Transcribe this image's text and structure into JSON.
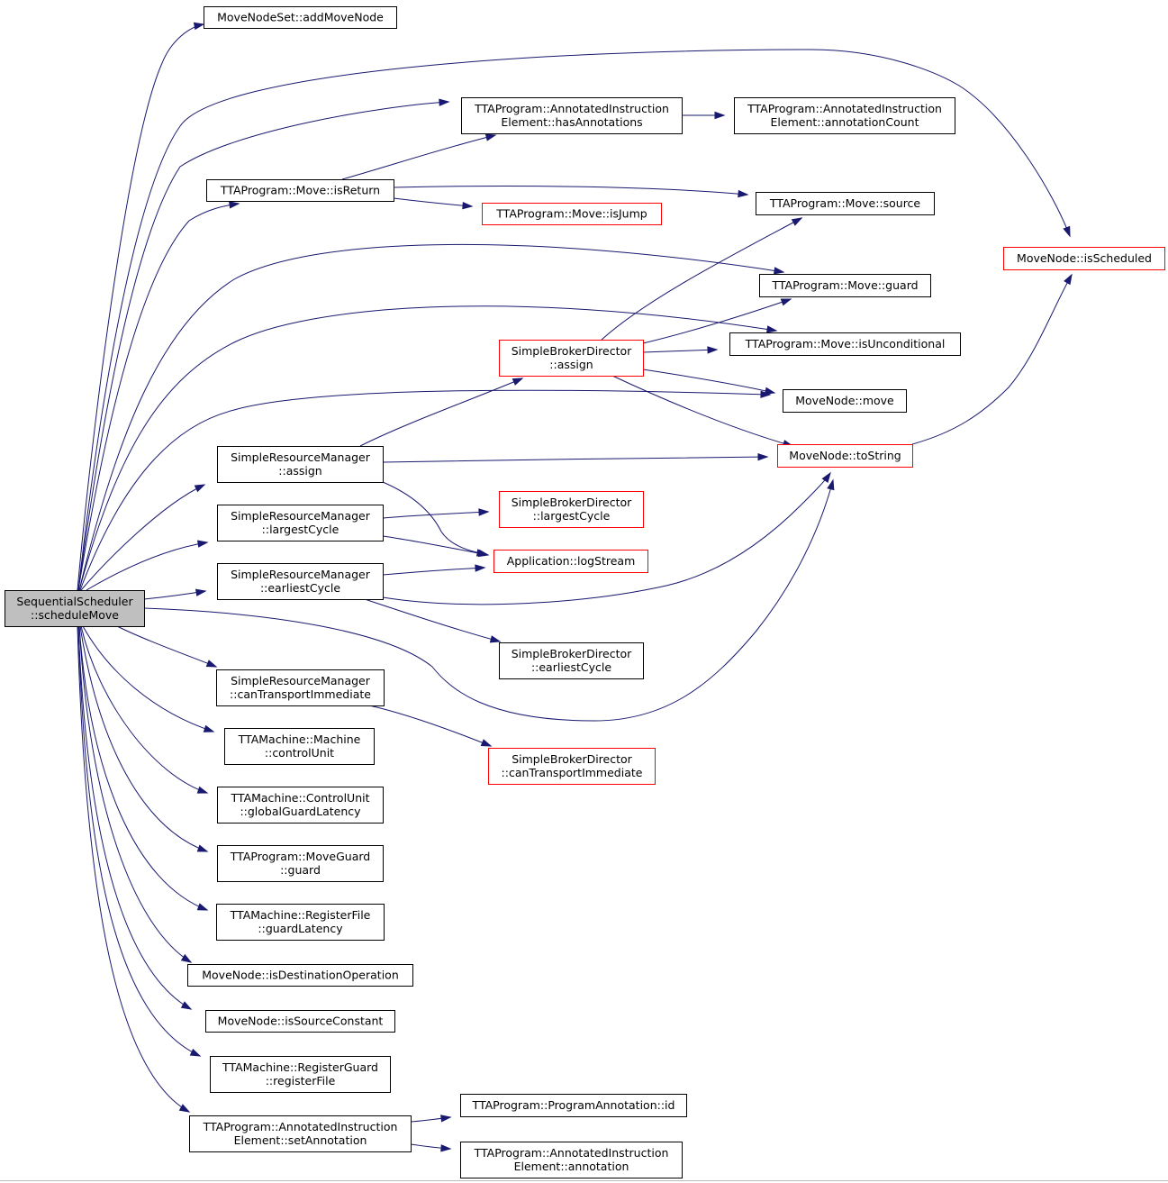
{
  "graph": {
    "colors": {
      "edge": "#191970",
      "border_default": "#000000",
      "border_truncated": "#ff0000",
      "fill_root": "#bfbfbf",
      "fill_default": "#ffffff"
    },
    "nodes": [
      {
        "id": "root",
        "lines": [
          "SequentialScheduler",
          "::scheduleMove"
        ],
        "style": "root"
      },
      {
        "id": "addMoveNode",
        "lines": [
          "MoveNodeSet::addMoveNode"
        ],
        "style": "default"
      },
      {
        "id": "hasAnnotations",
        "lines": [
          "TTAProgram::AnnotatedInstruction",
          "Element::hasAnnotations"
        ],
        "style": "default"
      },
      {
        "id": "annotationCount",
        "lines": [
          "TTAProgram::AnnotatedInstruction",
          "Element::annotationCount"
        ],
        "style": "default"
      },
      {
        "id": "isReturn",
        "lines": [
          "TTAProgram::Move::isReturn"
        ],
        "style": "default"
      },
      {
        "id": "moveSource",
        "lines": [
          "TTAProgram::Move::source"
        ],
        "style": "default"
      },
      {
        "id": "isJump",
        "lines": [
          "TTAProgram::Move::isJump"
        ],
        "style": "truncated"
      },
      {
        "id": "isScheduled",
        "lines": [
          "MoveNode::isScheduled"
        ],
        "style": "truncated"
      },
      {
        "id": "moveGuard",
        "lines": [
          "TTAProgram::Move::guard"
        ],
        "style": "default"
      },
      {
        "id": "sbdAssign",
        "lines": [
          "SimpleBrokerDirector",
          "::assign"
        ],
        "style": "truncated"
      },
      {
        "id": "isUnconditional",
        "lines": [
          "TTAProgram::Move::isUnconditional"
        ],
        "style": "default"
      },
      {
        "id": "mnMove",
        "lines": [
          "MoveNode::move"
        ],
        "style": "default"
      },
      {
        "id": "toString",
        "lines": [
          "MoveNode::toString"
        ],
        "style": "truncated"
      },
      {
        "id": "srmAssign",
        "lines": [
          "SimpleResourceManager",
          "::assign"
        ],
        "style": "default"
      },
      {
        "id": "srmLargest",
        "lines": [
          "SimpleResourceManager",
          "::largestCycle"
        ],
        "style": "default"
      },
      {
        "id": "sbdLargest",
        "lines": [
          "SimpleBrokerDirector",
          "::largestCycle"
        ],
        "style": "truncated"
      },
      {
        "id": "logStream",
        "lines": [
          "Application::logStream"
        ],
        "style": "truncated"
      },
      {
        "id": "srmEarliest",
        "lines": [
          "SimpleResourceManager",
          "::earliestCycle"
        ],
        "style": "default"
      },
      {
        "id": "sbdEarliest",
        "lines": [
          "SimpleBrokerDirector",
          "::earliestCycle"
        ],
        "style": "default"
      },
      {
        "id": "srmCanTransport",
        "lines": [
          "SimpleResourceManager",
          "::canTransportImmediate"
        ],
        "style": "default"
      },
      {
        "id": "sbdCanTransport",
        "lines": [
          "SimpleBrokerDirector",
          "::canTransportImmediate"
        ],
        "style": "truncated"
      },
      {
        "id": "controlUnit",
        "lines": [
          "TTAMachine::Machine",
          "::controlUnit"
        ],
        "style": "default"
      },
      {
        "id": "globalGuardLatency",
        "lines": [
          "TTAMachine::ControlUnit",
          "::globalGuardLatency"
        ],
        "style": "default"
      },
      {
        "id": "moveGuardGuard",
        "lines": [
          "TTAProgram::MoveGuard",
          "::guard"
        ],
        "style": "default"
      },
      {
        "id": "guardLatency",
        "lines": [
          "TTAMachine::RegisterFile",
          "::guardLatency"
        ],
        "style": "default"
      },
      {
        "id": "isDestOp",
        "lines": [
          "MoveNode::isDestinationOperation"
        ],
        "style": "default"
      },
      {
        "id": "isSourceConst",
        "lines": [
          "MoveNode::isSourceConstant"
        ],
        "style": "default"
      },
      {
        "id": "registerFile",
        "lines": [
          "TTAMachine::RegisterGuard",
          "::registerFile"
        ],
        "style": "default"
      },
      {
        "id": "setAnnotation",
        "lines": [
          "TTAProgram::AnnotatedInstruction",
          "Element::setAnnotation"
        ],
        "style": "default"
      },
      {
        "id": "progAnnId",
        "lines": [
          "TTAProgram::ProgramAnnotation::id"
        ],
        "style": "default"
      },
      {
        "id": "annotation",
        "lines": [
          "TTAProgram::AnnotatedInstruction",
          "Element::annotation"
        ],
        "style": "default"
      }
    ],
    "edges": [
      [
        "root",
        "addMoveNode"
      ],
      [
        "root",
        "isScheduled"
      ],
      [
        "root",
        "hasAnnotations"
      ],
      [
        "root",
        "isReturn"
      ],
      [
        "root",
        "moveGuard"
      ],
      [
        "root",
        "isUnconditional"
      ],
      [
        "root",
        "mnMove"
      ],
      [
        "root",
        "srmAssign"
      ],
      [
        "root",
        "srmLargest"
      ],
      [
        "root",
        "srmEarliest"
      ],
      [
        "root",
        "toString"
      ],
      [
        "root",
        "srmCanTransport"
      ],
      [
        "root",
        "controlUnit"
      ],
      [
        "root",
        "globalGuardLatency"
      ],
      [
        "root",
        "moveGuardGuard"
      ],
      [
        "root",
        "guardLatency"
      ],
      [
        "root",
        "isDestOp"
      ],
      [
        "root",
        "isSourceConst"
      ],
      [
        "root",
        "registerFile"
      ],
      [
        "root",
        "setAnnotation"
      ],
      [
        "hasAnnotations",
        "annotationCount"
      ],
      [
        "isReturn",
        "hasAnnotations"
      ],
      [
        "isReturn",
        "moveSource"
      ],
      [
        "isReturn",
        "isJump"
      ],
      [
        "sbdAssign",
        "moveSource"
      ],
      [
        "sbdAssign",
        "moveGuard"
      ],
      [
        "sbdAssign",
        "isUnconditional"
      ],
      [
        "sbdAssign",
        "mnMove"
      ],
      [
        "sbdAssign",
        "toString"
      ],
      [
        "toString",
        "isScheduled"
      ],
      [
        "srmAssign",
        "sbdAssign"
      ],
      [
        "srmAssign",
        "toString"
      ],
      [
        "srmAssign",
        "logStream"
      ],
      [
        "srmLargest",
        "sbdLargest"
      ],
      [
        "srmLargest",
        "logStream"
      ],
      [
        "srmEarliest",
        "logStream"
      ],
      [
        "srmEarliest",
        "toString"
      ],
      [
        "srmEarliest",
        "sbdEarliest"
      ],
      [
        "srmCanTransport",
        "sbdCanTransport"
      ],
      [
        "setAnnotation",
        "progAnnId"
      ],
      [
        "setAnnotation",
        "annotation"
      ]
    ]
  }
}
